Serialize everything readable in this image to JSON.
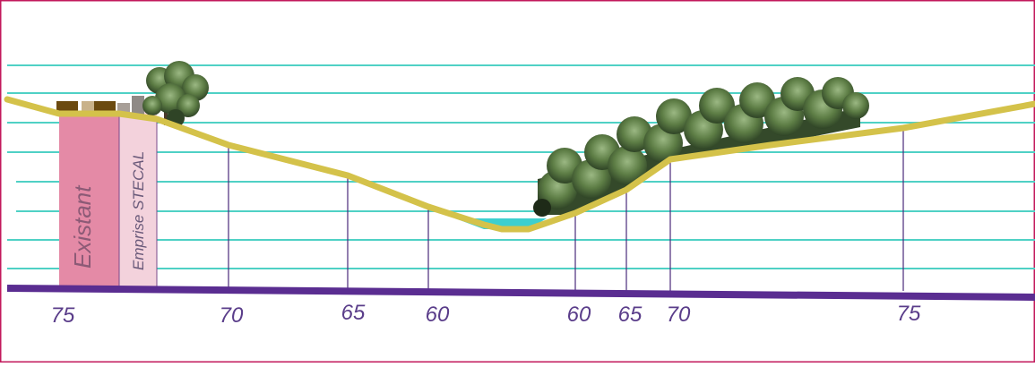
{
  "section": {
    "labels": {
      "existant": "Existant",
      "emprise": "Emprise STECAL"
    },
    "elevation_marks": [
      "75",
      "70",
      "65",
      "60",
      "60",
      "65",
      "70",
      "75"
    ],
    "colors": {
      "frame": "#c2185b",
      "guide_lines": "#4fd1c5",
      "terrain": "#d4c24a",
      "base_line": "#5a2d91",
      "stake_lines": "#4a2a7a",
      "labels": "#5a3d8a",
      "existant_zone": "#e48aa6",
      "emprise_zone": "#f3d2dc",
      "water": "#3ccfcf",
      "foliage": "#4f6b3a"
    },
    "icons": [
      "tree-cluster-icon",
      "building-icon"
    ]
  }
}
